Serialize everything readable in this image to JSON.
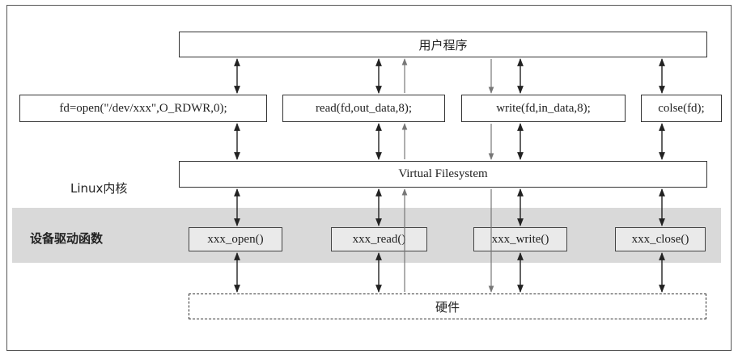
{
  "top_box": "用户程序",
  "calls": {
    "open": "fd=open(\"/dev/xxx\",O_RDWR,0);",
    "read": "read(fd,out_data,8);",
    "write": "write(fd,in_data,8);",
    "close": "colse(fd);"
  },
  "kernel_label": "Linux内核",
  "vfs_box": "Virtual Filesystem",
  "driver_label": "设备驱动函数",
  "driver_funcs": {
    "open": "xxx_open()",
    "read": "xxx_read()",
    "write": "xxx_write()",
    "close": "xxx_close()"
  },
  "hardware_box": "硬件",
  "colors": {
    "band": "#d9d9d9",
    "arrow_dark": "#222222",
    "arrow_gray": "#777777"
  }
}
